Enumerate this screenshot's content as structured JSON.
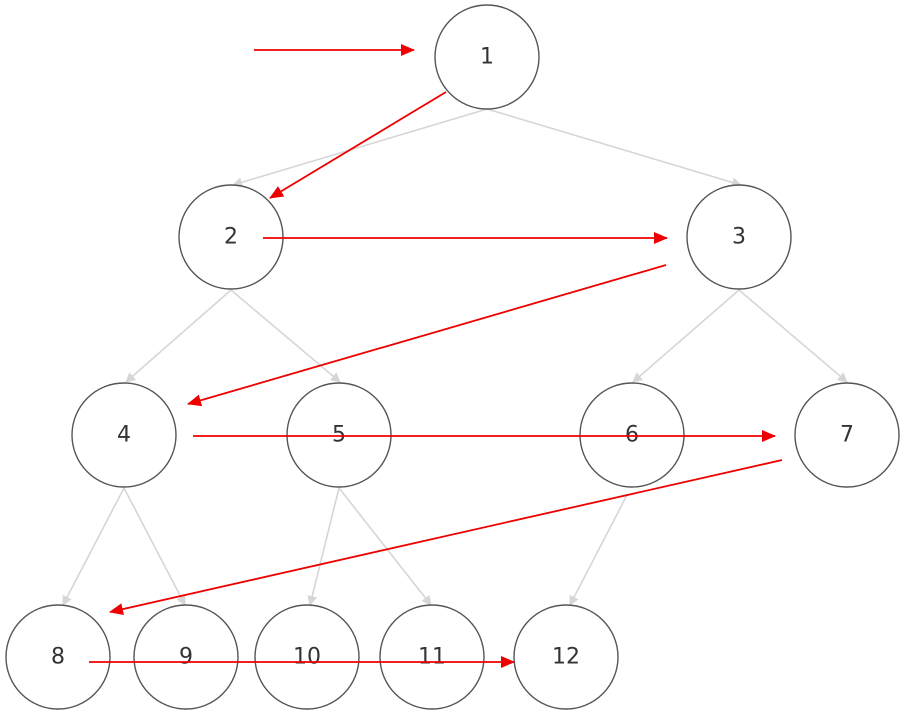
{
  "colors": {
    "tree_edge": "#d6d6d6",
    "traversal_arrow": "#ee0000",
    "node_stroke": "#555555",
    "node_fill": "#ffffff",
    "label": "#333333"
  },
  "nodes": [
    {
      "id": "1",
      "label": "1"
    },
    {
      "id": "2",
      "label": "2"
    },
    {
      "id": "3",
      "label": "3"
    },
    {
      "id": "4",
      "label": "4"
    },
    {
      "id": "5",
      "label": "5"
    },
    {
      "id": "6",
      "label": "6"
    },
    {
      "id": "7",
      "label": "7"
    },
    {
      "id": "8",
      "label": "8"
    },
    {
      "id": "9",
      "label": "9"
    },
    {
      "id": "10",
      "label": "10"
    },
    {
      "id": "11",
      "label": "11"
    },
    {
      "id": "12",
      "label": "12"
    }
  ],
  "tree_edges": [
    {
      "from": "1",
      "to": "2"
    },
    {
      "from": "1",
      "to": "3"
    },
    {
      "from": "2",
      "to": "4"
    },
    {
      "from": "2",
      "to": "5"
    },
    {
      "from": "3",
      "to": "6"
    },
    {
      "from": "3",
      "to": "7"
    },
    {
      "from": "4",
      "to": "8"
    },
    {
      "from": "4",
      "to": "9"
    },
    {
      "from": "5",
      "to": "10"
    },
    {
      "from": "5",
      "to": "11"
    },
    {
      "from": "6",
      "to": "12"
    }
  ],
  "traversal_order": [
    "1",
    "2",
    "3",
    "4",
    "5",
    "6",
    "7",
    "8",
    "9",
    "10",
    "11",
    "12"
  ]
}
